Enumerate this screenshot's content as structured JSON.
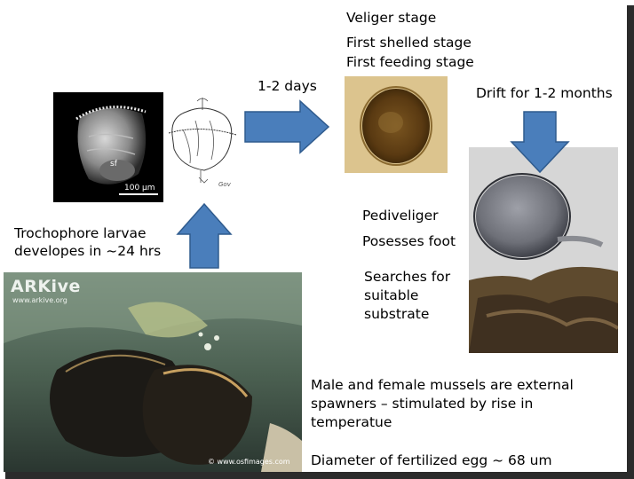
{
  "labels": {
    "veliger_stage": "Veliger stage",
    "first_shelled": "First shelled stage",
    "first_feeding": "First feeding stage",
    "one_two_days": "1-2 days",
    "drift": "Drift for 1-2 months",
    "pediveliger": "Pediveliger",
    "possesses_foot": "Posesses foot",
    "searches_1": "Searches for",
    "searches_2": "suitable",
    "searches_3": "substrate",
    "trochophore_1": "Trochophore larvae",
    "trochophore_2": "developes in ~24 hrs",
    "spawners_1": "Male and female mussels are external",
    "spawners_2": "spawners – stimulated by rise in",
    "spawners_3": "temperatue",
    "diameter": "Diameter of fertilized egg ~ 68 um"
  },
  "images": {
    "sem_scale": "100 µm",
    "sem_sf": "sf",
    "sketch_sign": "Gov",
    "arkive_logo": "ARKive",
    "arkive_url": "www.arkive.org",
    "osf_credit": "© www.osfimages.com"
  },
  "colors": {
    "arrow_fill": "#4a7ebb",
    "arrow_stroke": "#2f5b8e"
  }
}
